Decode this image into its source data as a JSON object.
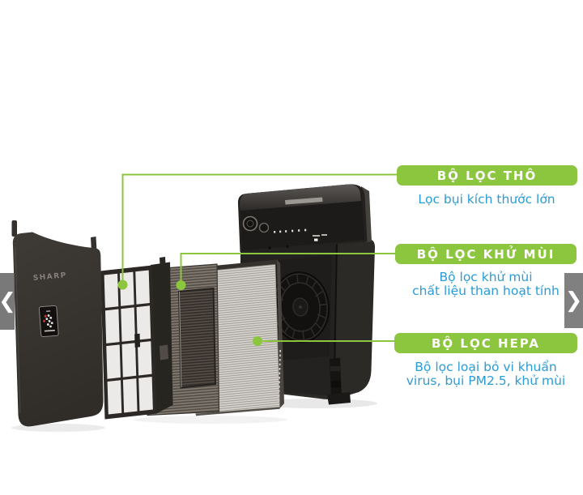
{
  "image": {
    "brand_logo": "SHARP"
  },
  "annotations": [
    {
      "title": "BỘ LỌC THÔ",
      "description": "Lọc bụi kích thước lớn"
    },
    {
      "title": "BỘ LỌC KHỬ MÙI",
      "description": "Bộ lọc khử mùi\nchất liệu than hoạt tính"
    },
    {
      "title": "BỘ LỌC HEPA",
      "description": "Bộ lọc loại bỏ vi khuẩn\nvirus, bụi PM2.5, khử mùi"
    }
  ],
  "carousel": {
    "prev_label": "❮",
    "next_label": "❯"
  },
  "colors": {
    "accent_green": "#8CC63F",
    "description_blue": "#2B9CD8"
  }
}
